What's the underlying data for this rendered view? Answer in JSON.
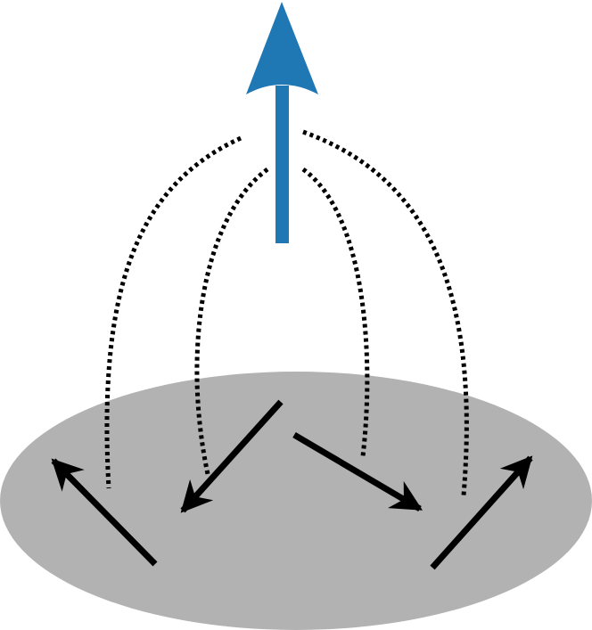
{
  "diagram": {
    "colors": {
      "background": "#ffffff",
      "plane_fill": "#b2b2b2",
      "main_arrow": "#1f77b4",
      "small_arrows": "#000000",
      "field_lines": "#000000"
    },
    "elements": {
      "plane": "gray-ellipse-plane",
      "main_arrow": "blue-up-arrow",
      "small_arrows": [
        "arrow-up-left",
        "arrow-down-left",
        "arrow-down-right",
        "arrow-up-right"
      ],
      "field_lines": [
        "outer-left-dotted-curve",
        "inner-left-dotted-curve",
        "inner-right-dotted-curve",
        "outer-right-dotted-curve"
      ]
    }
  }
}
